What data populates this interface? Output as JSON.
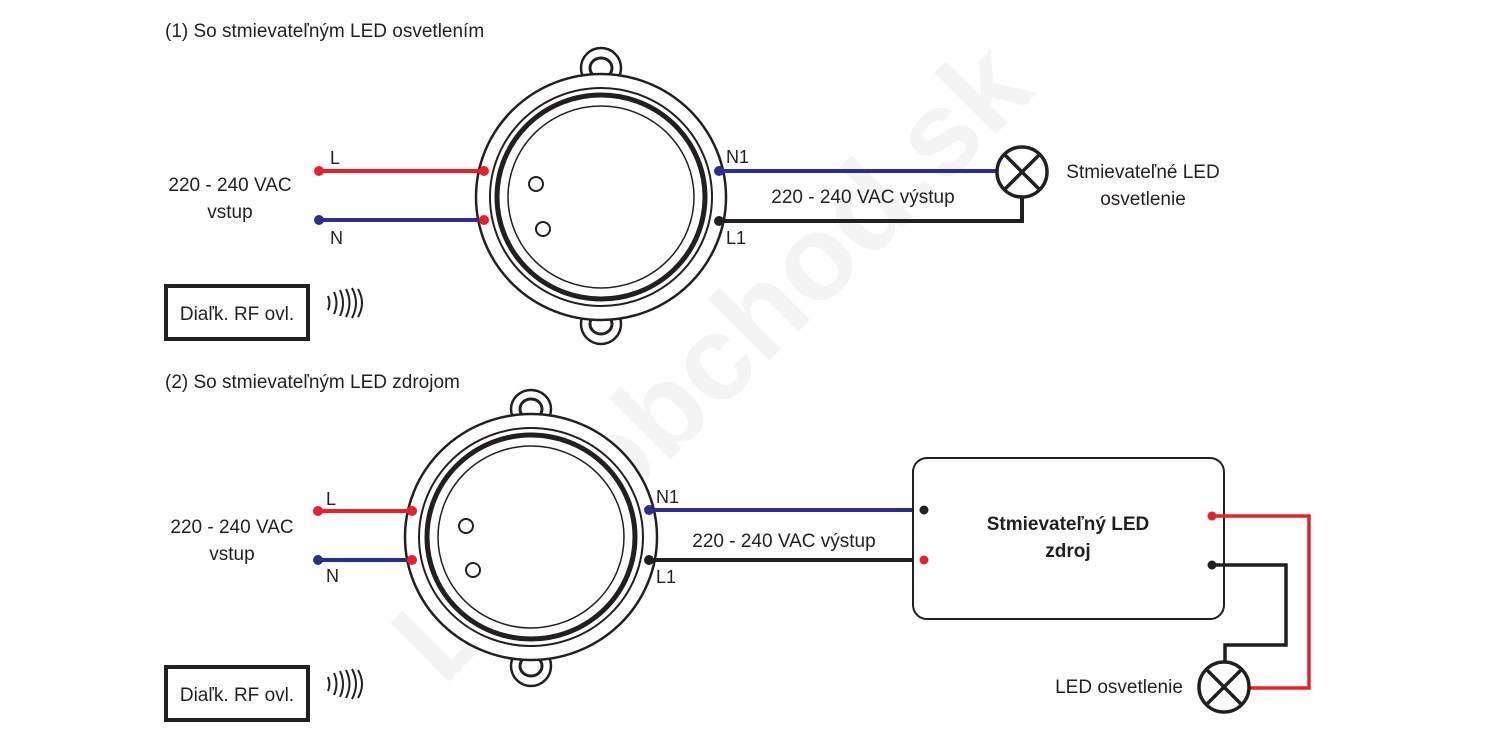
{
  "watermark": "LEDobchod.sk",
  "colors": {
    "live": "#e8202a",
    "neutral": "#2b2e8c",
    "black": "#231f20",
    "outline": "#231f20"
  },
  "diagram1": {
    "title": "(1) So stmievateľným LED osvetlením",
    "input_voltage": "220 - 240 VAC",
    "input_label": "vstup",
    "term_l": "L",
    "term_n": "N",
    "term_n1": "N1",
    "term_l1": "L1",
    "output_label": "220 - 240 VAC výstup",
    "lamp_label_1": "Stmievateľné LED",
    "lamp_label_2": "osvetlenie",
    "remote_label": "Diaľk. RF ovl."
  },
  "diagram2": {
    "title": "(2) So stmievateľným LED zdrojom",
    "input_voltage": "220 - 240 VAC",
    "input_label": "vstup",
    "term_l": "L",
    "term_n": "N",
    "term_n1": "N1",
    "term_l1": "L1",
    "output_label": "220 - 240 VAC výstup",
    "driver_label_1": "Stmievateľný LED",
    "driver_label_2": "zdroj",
    "lamp_label": "LED osvetlenie",
    "remote_label": "Diaľk. RF ovl."
  }
}
